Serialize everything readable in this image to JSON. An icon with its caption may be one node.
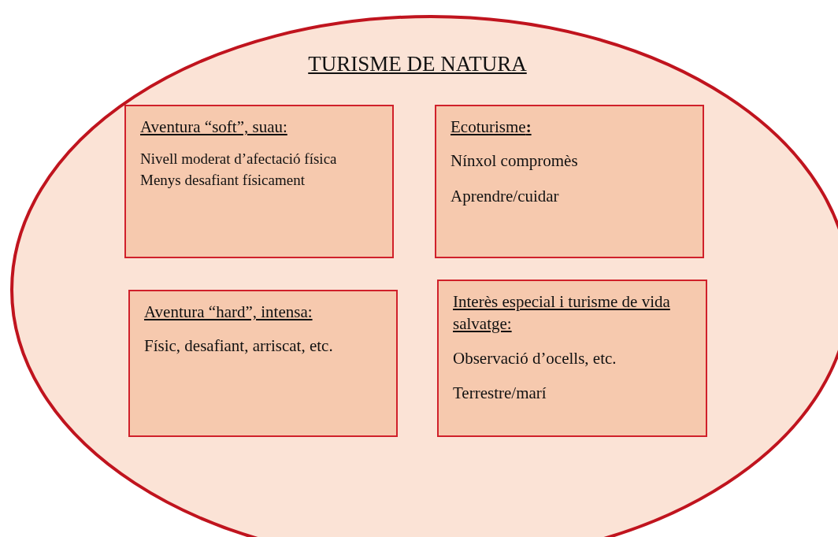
{
  "diagram": {
    "nodes": [
      {
        "text": [
          "TURISME DE NATURA"
        ]
      },
      {
        "text": [
          "Aventura “soft”, suau:",
          "Nivell moderat d’afectació física",
          "Menys desafiant físicament"
        ],
        "in": 0
      },
      {
        "text": [
          "Ecoturisme**:**",
          "Nínxol compromès",
          "Aprendre/cuidar"
        ],
        "in": 0
      },
      {
        "text": [
          "Aventura “hard”, intensa:",
          "Físic, desafiant, arriscat, etc."
        ],
        "in": 0
      },
      {
        "text": [
          "Interès especial i turisme de vida salvatge:",
          "Observació d’ocells, etc.",
          "Terrestre/marí"
        ],
        "in": 0
      }
    ]
  }
}
